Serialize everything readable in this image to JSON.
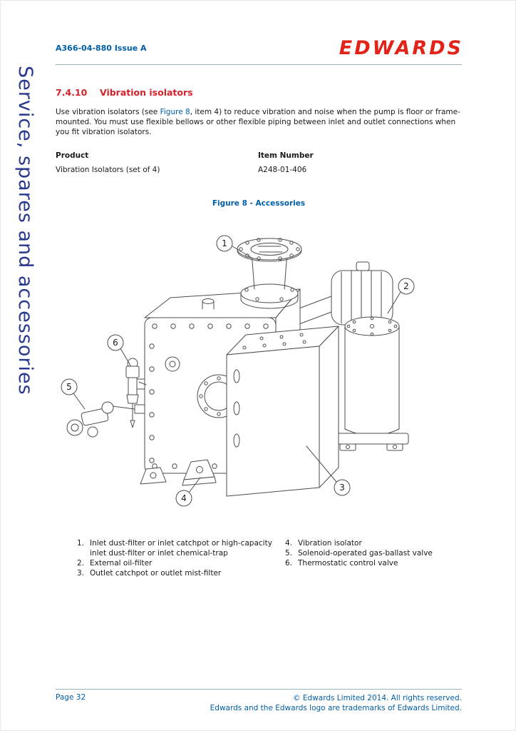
{
  "header": {
    "doc_ref": "A366-04-880 Issue A",
    "brand": "EDWARDS"
  },
  "sidebar": {
    "text": "Service, spares and accessories"
  },
  "section": {
    "number": "7.4.10",
    "title": "Vibration isolators",
    "para": {
      "pre": "Use vibration isolators (see ",
      "link": "Figure 8",
      "post": ", item 4) to reduce vibration and noise when the pump is floor or frame-mounted. You must use flexible bellows or other flexible piping between inlet and outlet connections when you fit vibration isolators."
    }
  },
  "parts_table": {
    "col1_header": "Product",
    "col2_header": "Item Number",
    "rows": [
      {
        "product": "Vibration Isolators (set of 4)",
        "item_number": "A248-01-406"
      }
    ]
  },
  "figure": {
    "caption": "Figure 8 - Accessories",
    "callouts": [
      "1",
      "2",
      "3",
      "4",
      "5",
      "6"
    ],
    "legend": {
      "left": [
        {
          "num": "1.",
          "text": "Inlet dust-filter or inlet catchpot or high-capacity inlet dust-filter or inlet chemical-trap"
        },
        {
          "num": "2.",
          "text": "External oil-filter"
        },
        {
          "num": "3.",
          "text": "Outlet catchpot or outlet mist-filter"
        }
      ],
      "right": [
        {
          "num": "4.",
          "text": "Vibration isolator"
        },
        {
          "num": "5.",
          "text": "Solenoid-operated gas-ballast valve"
        },
        {
          "num": "6.",
          "text": "Thermostatic control valve"
        }
      ]
    }
  },
  "footer": {
    "page_label": "Page 32",
    "copyright": "© Edwards Limited 2014. All rights reserved.",
    "trademark": "Edwards and the Edwards logo are trademarks of Edwards Limited."
  },
  "colors": {
    "brand_red": "#e2231a",
    "heading_red": "#d2232a",
    "link_blue": "#005ea8",
    "sidebar_navy": "#28388f"
  }
}
